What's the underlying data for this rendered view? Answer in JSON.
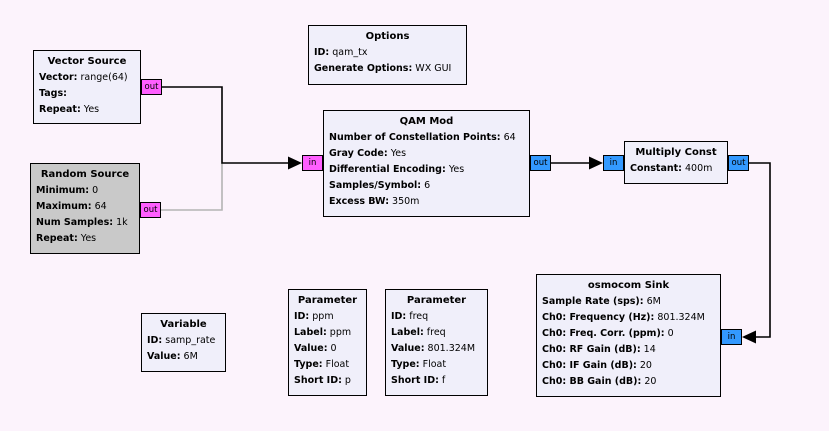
{
  "app": {
    "title": "GNU Radio Companion flowgraph canvas"
  },
  "colors": {
    "canvas_bg": "#FCF3FC",
    "block_fill": "#F0EFFA",
    "disabled_block_fill": "#C9C9C9",
    "block_border": "#000000",
    "port_byte": "#FF5FFF",
    "port_complex": "#3399FF",
    "wire_enabled": "#000000",
    "wire_disabled": "#B4B4B4"
  },
  "ports": {
    "in_label": "in",
    "out_label": "out"
  },
  "blocks": {
    "options": {
      "title": "Options",
      "params": [
        {
          "label": "ID:",
          "value": "qam_tx"
        },
        {
          "label": "Generate Options:",
          "value": "WX GUI"
        }
      ]
    },
    "vector_source": {
      "title": "Vector Source",
      "params": [
        {
          "label": "Vector:",
          "value": "range(64)"
        },
        {
          "label": "Tags:",
          "value": ""
        },
        {
          "label": "Repeat:",
          "value": "Yes"
        }
      ]
    },
    "random_source": {
      "title": "Random Source",
      "params": [
        {
          "label": "Minimum:",
          "value": "0"
        },
        {
          "label": "Maximum:",
          "value": "64"
        },
        {
          "label": "Num Samples:",
          "value": "1k"
        },
        {
          "label": "Repeat:",
          "value": "Yes"
        }
      ]
    },
    "qam_mod": {
      "title": "QAM Mod",
      "params": [
        {
          "label": "Number of Constellation Points:",
          "value": "64"
        },
        {
          "label": "Gray Code:",
          "value": "Yes"
        },
        {
          "label": "Differential Encoding:",
          "value": "Yes"
        },
        {
          "label": "Samples/Symbol:",
          "value": "6"
        },
        {
          "label": "Excess BW:",
          "value": "350m"
        }
      ]
    },
    "multiply_const": {
      "title": "Multiply Const",
      "params": [
        {
          "label": "Constant:",
          "value": "400m"
        }
      ]
    },
    "osmocom_sink": {
      "title": "osmocom Sink",
      "params": [
        {
          "label": "Sample Rate (sps):",
          "value": "6M"
        },
        {
          "label": "Ch0: Frequency (Hz):",
          "value": "801.324M"
        },
        {
          "label": "Ch0: Freq. Corr. (ppm):",
          "value": "0"
        },
        {
          "label": "Ch0: RF Gain (dB):",
          "value": "14"
        },
        {
          "label": "Ch0: IF Gain (dB):",
          "value": "20"
        },
        {
          "label": "Ch0: BB Gain (dB):",
          "value": "20"
        }
      ]
    },
    "variable": {
      "title": "Variable",
      "params": [
        {
          "label": "ID:",
          "value": "samp_rate"
        },
        {
          "label": "Value:",
          "value": "6M"
        }
      ]
    },
    "param_ppm": {
      "title": "Parameter",
      "params": [
        {
          "label": "ID:",
          "value": "ppm"
        },
        {
          "label": "Label:",
          "value": "ppm"
        },
        {
          "label": "Value:",
          "value": "0"
        },
        {
          "label": "Type:",
          "value": "Float"
        },
        {
          "label": "Short ID:",
          "value": "p"
        }
      ]
    },
    "param_freq": {
      "title": "Parameter",
      "params": [
        {
          "label": "ID:",
          "value": "freq"
        },
        {
          "label": "Label:",
          "value": "freq"
        },
        {
          "label": "Value:",
          "value": "801.324M"
        },
        {
          "label": "Type:",
          "value": "Float"
        },
        {
          "label": "Short ID:",
          "value": "f"
        }
      ]
    }
  }
}
